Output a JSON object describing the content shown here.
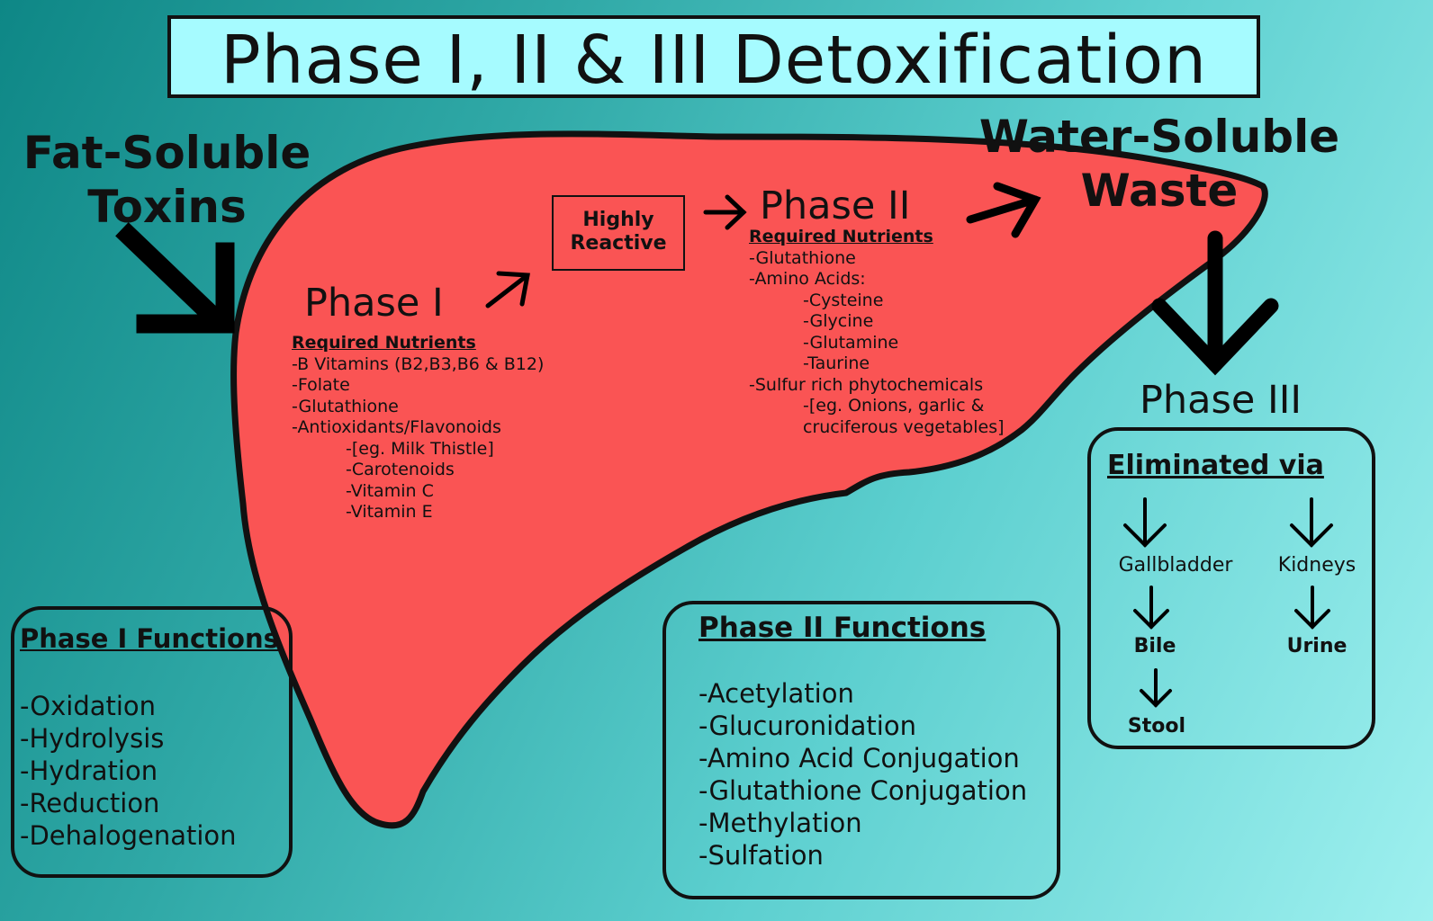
{
  "title": "Phase I, II & III Detoxification",
  "input_label": {
    "line1": "Fat-Soluble",
    "line2": "Toxins"
  },
  "output_label": {
    "line1": "Water-Soluble",
    "line2": "Waste"
  },
  "reactive_label": {
    "line1": "Highly",
    "line2": "Reactive"
  },
  "phase1": {
    "heading": "Phase I",
    "nutrients_title": "Required Nutrients",
    "nutrients": [
      "-B Vitamins (B2,B3,B6 & B12)",
      "-Folate",
      "-Glutathione",
      "-Antioxidants/Flavonoids"
    ],
    "sub_nutrients": [
      "-[eg. Milk Thistle]",
      "-Carotenoids",
      "-Vitamin C",
      "-Vitamin E"
    ]
  },
  "phase2": {
    "heading": "Phase II",
    "nutrients_title": "Required Nutrients",
    "nutrient_a": "-Glutathione",
    "nutrient_b": "-Amino Acids:",
    "amino_acids": [
      "-Cysteine",
      "-Glycine",
      "-Glutamine",
      "-Taurine"
    ],
    "nutrient_c": "-Sulfur rich phytochemicals",
    "sulfur_examples": [
      "-[eg. Onions, garlic &",
      "cruciferous vegetables]"
    ]
  },
  "phase3": {
    "heading": "Phase III",
    "elim_title": "Eliminated via",
    "left_path": [
      "Gallbladder",
      "Bile",
      "Stool"
    ],
    "right_path": [
      "Kidneys",
      "Urine"
    ]
  },
  "phase1_functions": {
    "title": "Phase I Functions",
    "items": [
      "-Oxidation",
      "-Hydrolysis",
      "-Hydration",
      "-Reduction",
      "-Dehalogenation"
    ]
  },
  "phase2_functions": {
    "title": "Phase II Functions",
    "items": [
      "-Acetylation",
      "-Glucuronidation",
      "-Amino Acid Conjugation",
      "-Glutathione Conjugation",
      "-Methylation",
      "-Sulfation"
    ]
  },
  "colors": {
    "liver": "#fa5454",
    "title_box": "#a6fbff",
    "outline": "#111111"
  }
}
